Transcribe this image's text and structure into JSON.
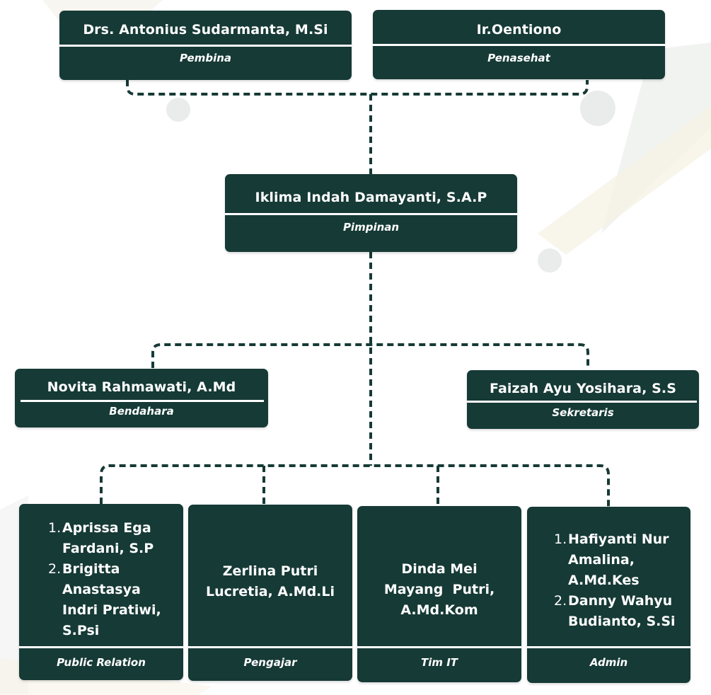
{
  "org": {
    "pembina": {
      "name": "Drs. Antonius Sudarmanta, M.Si",
      "role": "Pembina"
    },
    "penasehat": {
      "name": "Ir.Oentiono",
      "role": "Penasehat"
    },
    "pimpinan": {
      "name": "Iklima Indah Damayanti, S.A.P",
      "role": "Pimpinan"
    },
    "bendahara": {
      "name": "Novita Rahmawati, A.Md",
      "role": "Bendahara"
    },
    "sekretaris": {
      "name": "Faizah Ayu Yosihara, S.S",
      "role": "Sekretaris"
    },
    "public_relation": {
      "members": [
        "Aprissa Ega Fardani, S.P",
        "Brigitta Anastasya Indri Pratiwi, S.Psi"
      ],
      "role": "Public Relation"
    },
    "pengajar": {
      "name_lines": [
        "Zerlina Putri",
        "Lucretia, A.Md.Li"
      ],
      "role": "Pengajar"
    },
    "tim_it": {
      "name_lines": [
        "Dinda Mei",
        "Mayang  Putri,",
        "A.Md.Kom"
      ],
      "role": "Tim IT"
    },
    "admin": {
      "members": [
        "Hafiyanti Nur Amalina, A.Md.Kes",
        "Danny Wahyu Budianto, S.Si"
      ],
      "role": "Admin"
    }
  },
  "colors": {
    "box": "#163a36",
    "connector": "#163a36",
    "text": "#ffffff"
  }
}
